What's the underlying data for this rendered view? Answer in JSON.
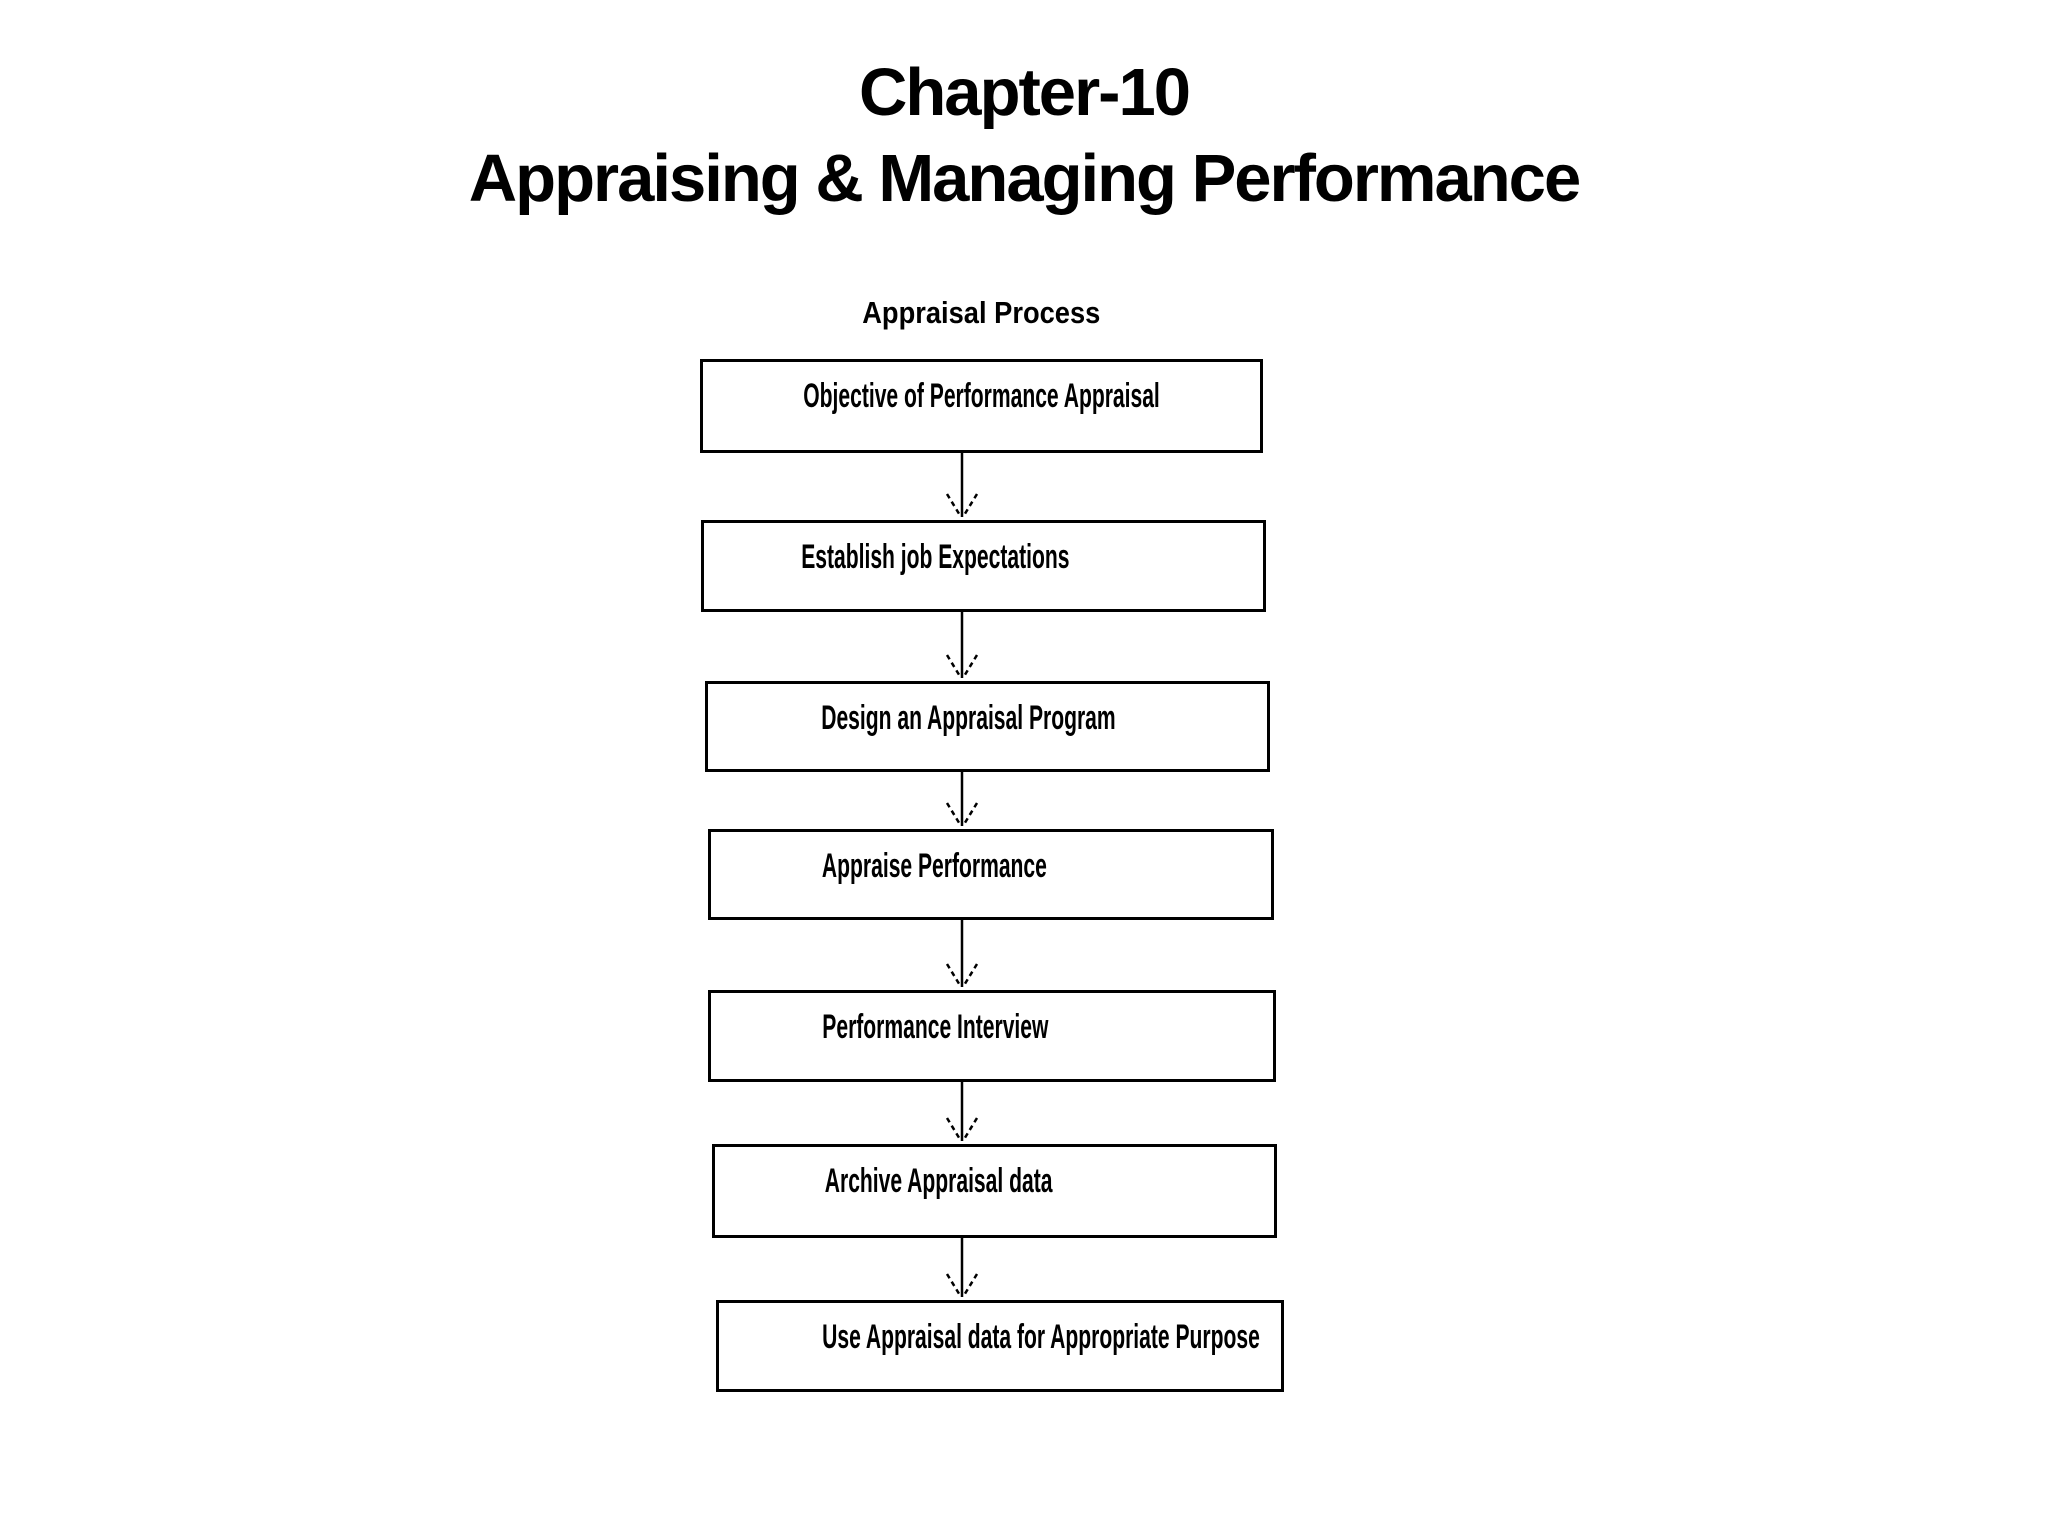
{
  "slide": {
    "title_line1": "Chapter-10",
    "title_line2": "Appraising & Managing Performance"
  },
  "diagram": {
    "heading": "Appraisal Process",
    "steps": [
      "Objective of Performance Appraisal",
      "Establish job Expectations",
      "Design an Appraisal Program",
      "Appraise Performance",
      "Performance Interview",
      "Archive Appraisal data",
      "Use Appraisal data for Appropriate Purpose"
    ]
  },
  "colors": {
    "background": "#ffffff",
    "ink": "#000000",
    "box_border": "#000000"
  }
}
